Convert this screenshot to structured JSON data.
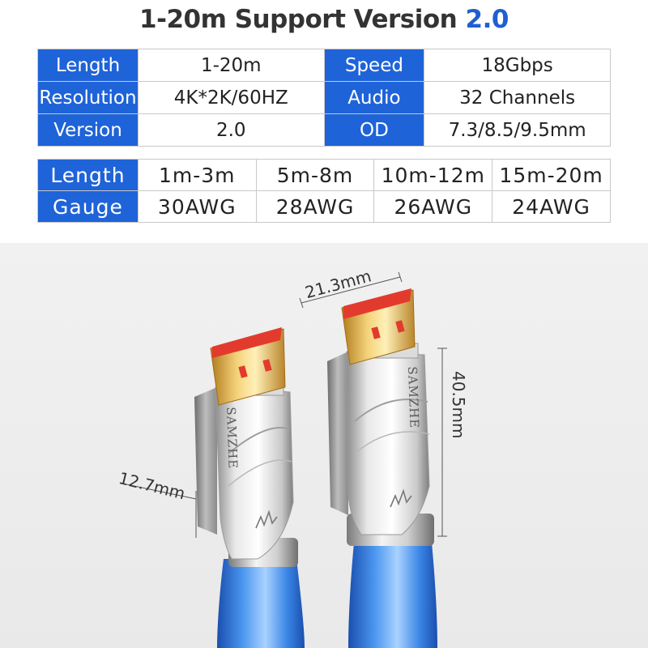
{
  "title": {
    "prefix": "1-20m Support Version",
    "version": "2.0"
  },
  "specs": [
    {
      "label1": "Length",
      "value1": "1-20m",
      "label2": "Speed",
      "value2": "18Gbps"
    },
    {
      "label1": "Resolution",
      "value1": "4K*2K/60HZ",
      "label2": "Audio",
      "value2": "32 Channels"
    },
    {
      "label1": "Version",
      "value1": "2.0",
      "label2": "OD",
      "value2": "7.3/8.5/9.5mm"
    }
  ],
  "gauge_table": {
    "row1_label": "Length",
    "lengths": [
      "1m-3m",
      "5m-8m",
      "10m-12m",
      "15m-20m"
    ],
    "row2_label": "Gauge",
    "gauges": [
      "30AWG",
      "28AWG",
      "26AWG",
      "24AWG"
    ]
  },
  "dimensions": {
    "width": "21.3mm",
    "height": "40.5mm",
    "thickness": "12.7mm"
  },
  "brand": "SAMZHE",
  "colors": {
    "accent": "#1f63d8",
    "cable": "#2f7be0",
    "connector": "#e0b44a"
  }
}
